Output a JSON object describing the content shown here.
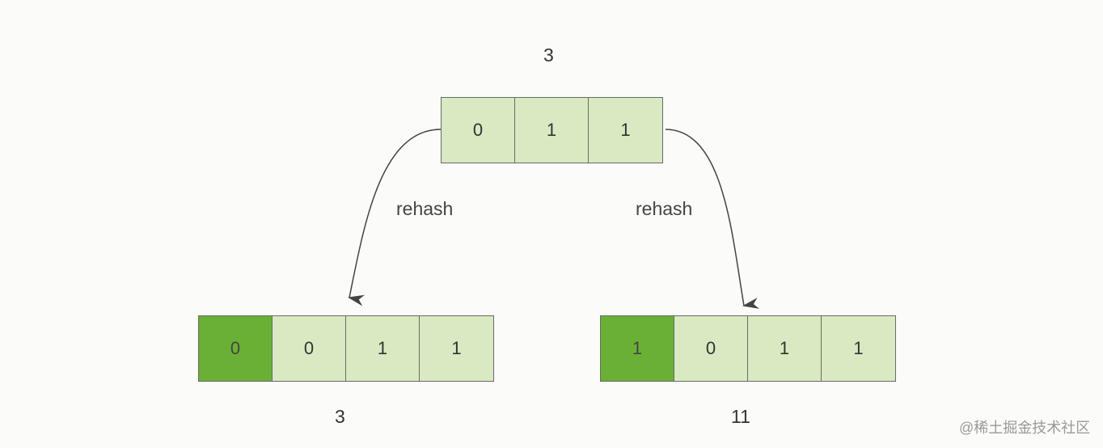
{
  "top": {
    "label": "3",
    "cells": [
      {
        "value": "0",
        "highlight": false
      },
      {
        "value": "1",
        "highlight": false
      },
      {
        "value": "1",
        "highlight": false
      }
    ]
  },
  "left": {
    "label": "3",
    "cells": [
      {
        "value": "0",
        "highlight": true
      },
      {
        "value": "0",
        "highlight": false
      },
      {
        "value": "1",
        "highlight": false
      },
      {
        "value": "1",
        "highlight": false
      }
    ]
  },
  "right": {
    "label": "11",
    "cells": [
      {
        "value": "1",
        "highlight": true
      },
      {
        "value": "0",
        "highlight": false
      },
      {
        "value": "1",
        "highlight": false
      },
      {
        "value": "1",
        "highlight": false
      }
    ]
  },
  "arrows": {
    "left_label": "rehash",
    "right_label": "rehash"
  },
  "watermark": "@稀土掘金技术社区",
  "colors": {
    "cell": "#d9e9c1",
    "highlight": "#6ab035"
  }
}
